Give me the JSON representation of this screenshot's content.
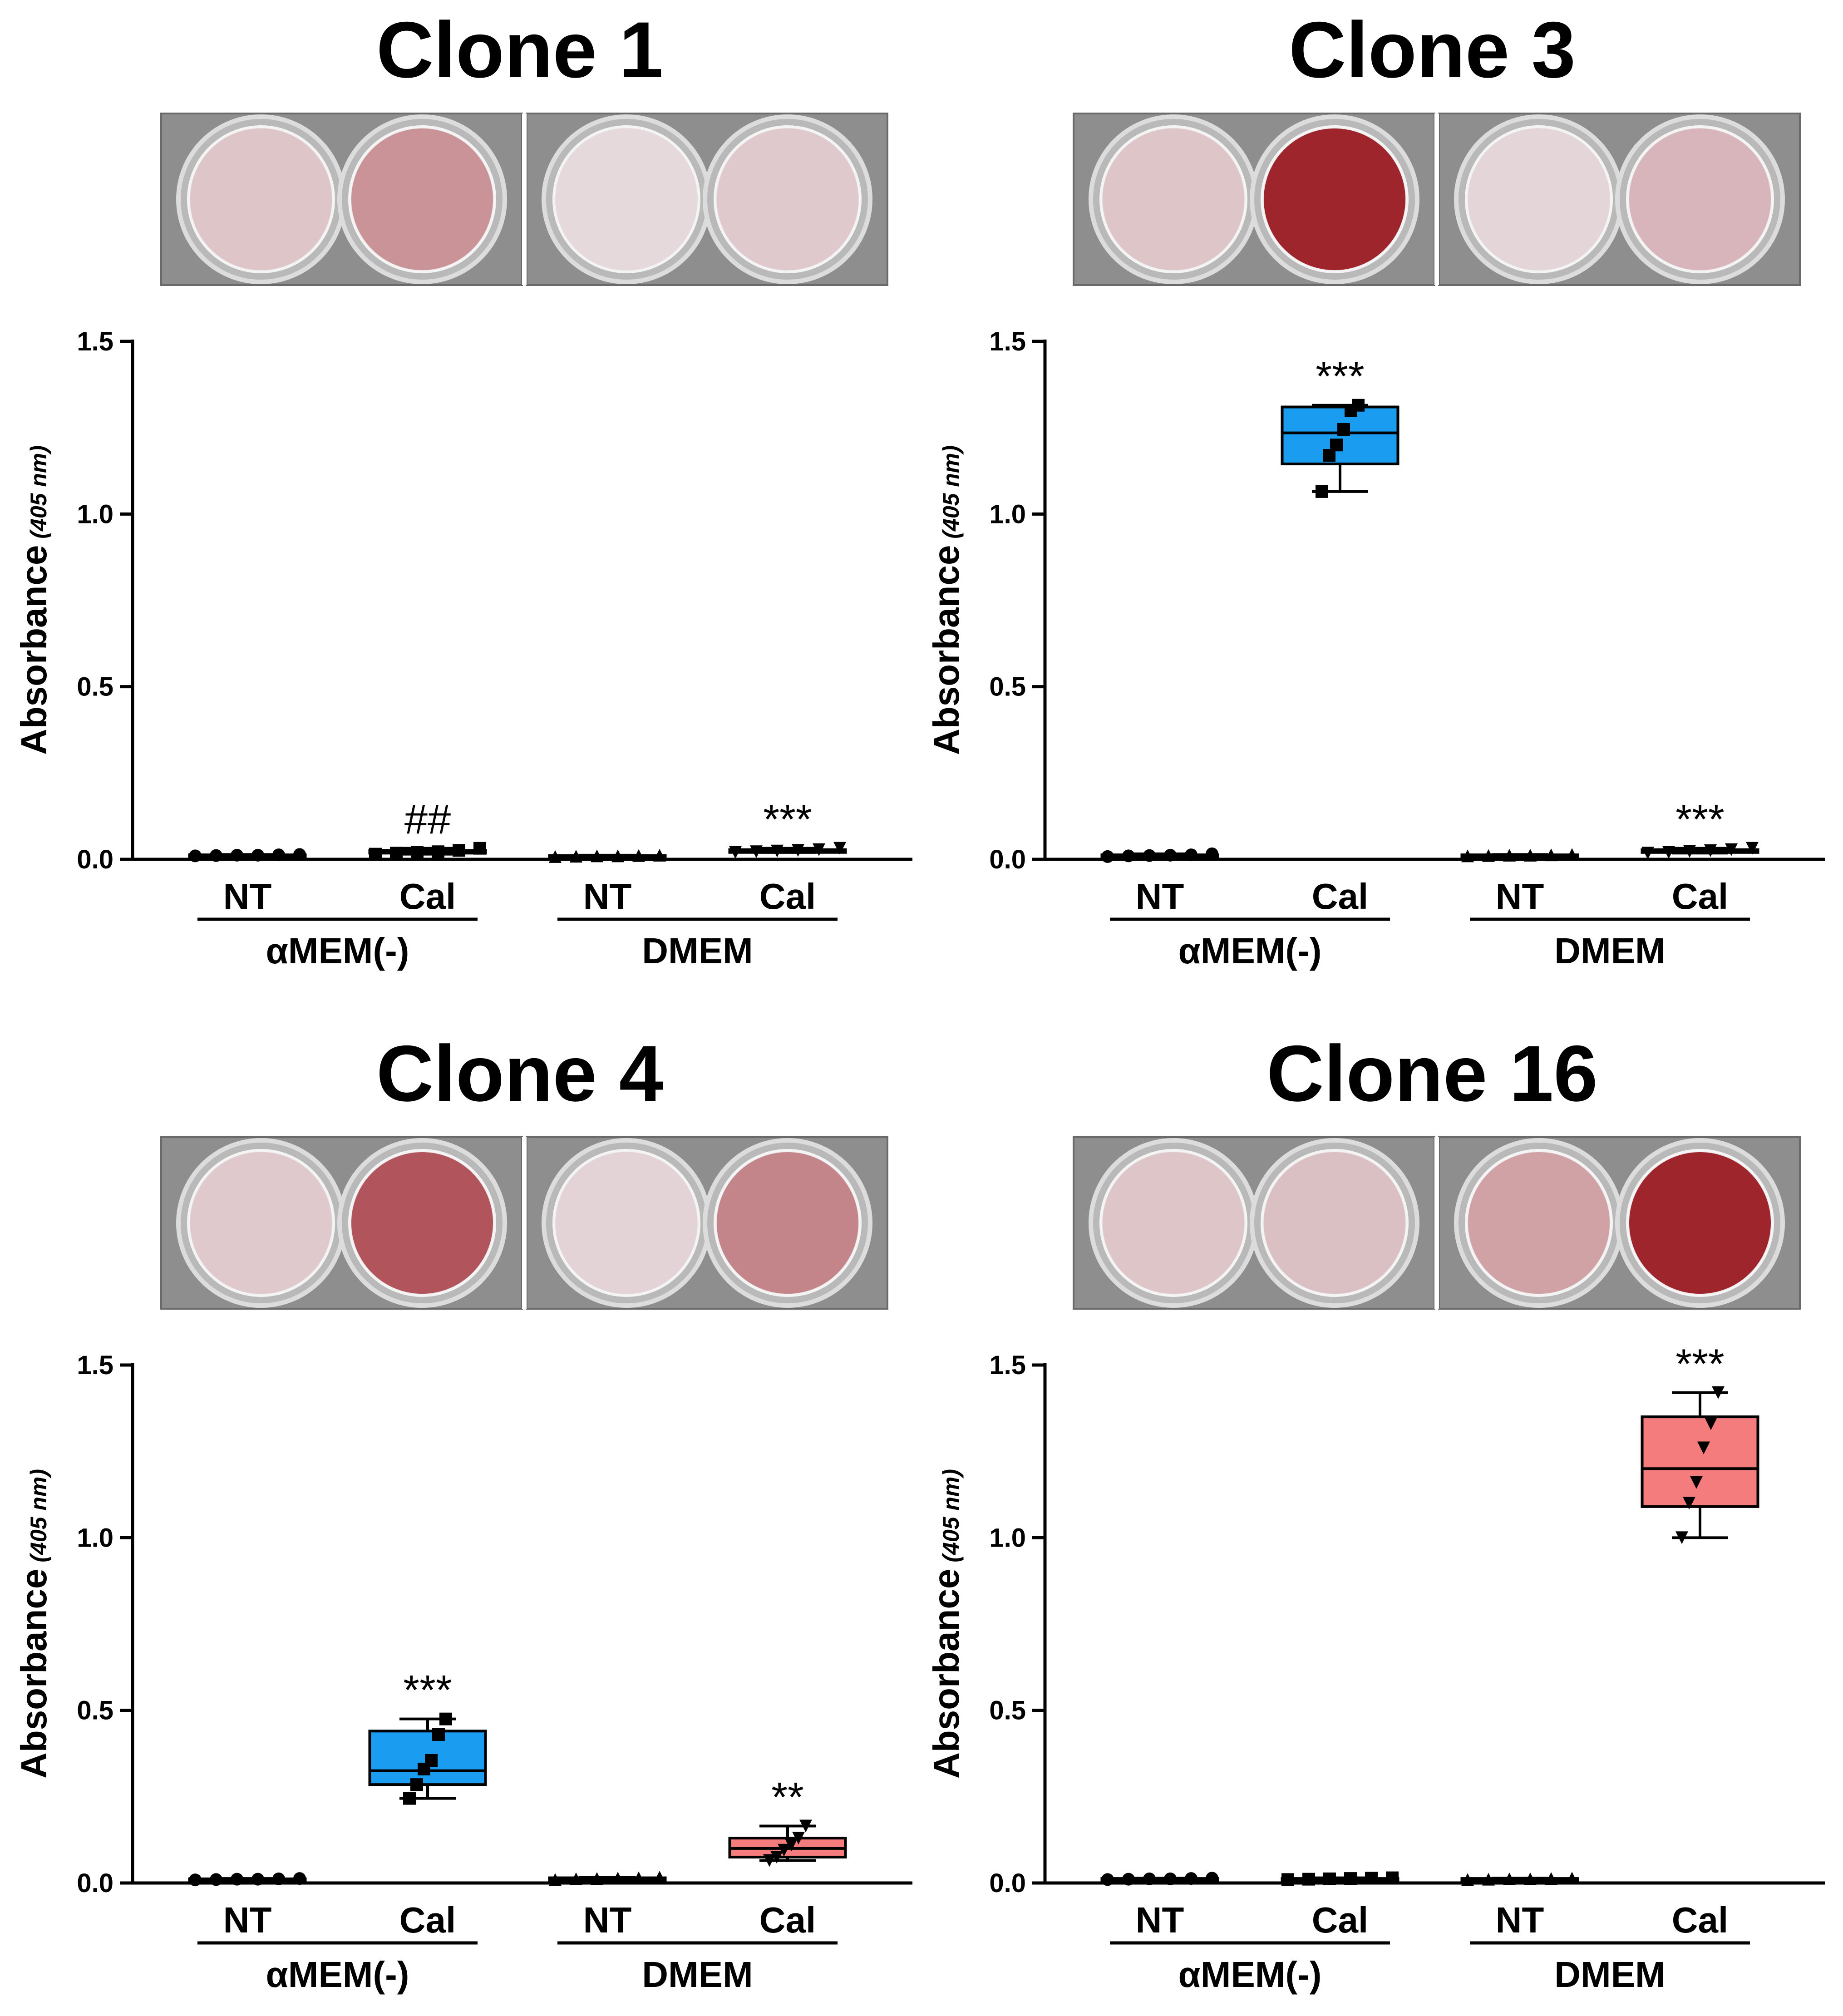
{
  "figure": {
    "y_axis": {
      "ylim": [
        0,
        1.5
      ],
      "ticks": [
        "0.0",
        "0.5",
        "1.0",
        "1.5"
      ],
      "label_main": "Absorbance",
      "label_sub": "(405 nm)"
    },
    "groups": [
      {
        "label": "αMEM(-)",
        "categories": [
          "NT",
          "Cal"
        ]
      },
      {
        "label": "DMEM",
        "categories": [
          "NT",
          "Cal"
        ]
      }
    ],
    "colors": {
      "amem_cal_box": "#1a9cf0",
      "dmem_cal_box": "#f47c7c",
      "stain": "#9a1a22",
      "well_bg": "#e7dde0",
      "plate": "#8e8e8e"
    },
    "marker_shapes": {
      "NT-αMEM(-)": "circle",
      "Cal-αMEM(-)": "square",
      "NT-DMEM": "triangle-up",
      "Cal-DMEM": "triangle-down"
    },
    "well_stain_levels_note_free": true
  },
  "chart_data": [
    {
      "type": "box",
      "title": "Clone 1",
      "ylabel": "Absorbance (405 nm)",
      "ylim": [
        0,
        1.5
      ],
      "categories": [
        "NT",
        "Cal",
        "NT",
        "Cal"
      ],
      "group_labels": [
        "αMEM(-)",
        "αMEM(-)",
        "DMEM",
        "DMEM"
      ],
      "series": [
        {
          "category": "NT",
          "group": "αMEM(-)",
          "min": 0.01,
          "q1": 0.01,
          "median": 0.012,
          "q3": 0.013,
          "max": 0.014,
          "points": [
            0.01,
            0.011,
            0.012,
            0.012,
            0.013,
            0.014
          ],
          "significance": ""
        },
        {
          "category": "Cal",
          "group": "αMEM(-)",
          "min": 0.015,
          "q1": 0.018,
          "median": 0.02,
          "q3": 0.026,
          "max": 0.032,
          "points": [
            0.015,
            0.018,
            0.02,
            0.022,
            0.026,
            0.032
          ],
          "significance": "##"
        },
        {
          "category": "NT",
          "group": "DMEM",
          "min": 0.008,
          "q1": 0.009,
          "median": 0.01,
          "q3": 0.011,
          "max": 0.012,
          "points": [
            0.008,
            0.009,
            0.01,
            0.01,
            0.011,
            0.012
          ],
          "significance": ""
        },
        {
          "category": "Cal",
          "group": "DMEM",
          "min": 0.02,
          "q1": 0.022,
          "median": 0.025,
          "q3": 0.028,
          "max": 0.032,
          "points": [
            0.02,
            0.022,
            0.024,
            0.026,
            0.028,
            0.032
          ],
          "significance": "***"
        }
      ],
      "wells": [
        0.12,
        0.38,
        0.02,
        0.1
      ]
    },
    {
      "type": "box",
      "title": "Clone 3",
      "ylabel": "Absorbance (405 nm)",
      "ylim": [
        0,
        1.5
      ],
      "categories": [
        "NT",
        "Cal",
        "NT",
        "Cal"
      ],
      "group_labels": [
        "αMEM(-)",
        "αMEM(-)",
        "DMEM",
        "DMEM"
      ],
      "series": [
        {
          "category": "NT",
          "group": "αMEM(-)",
          "min": 0.008,
          "q1": 0.01,
          "median": 0.011,
          "q3": 0.013,
          "max": 0.016,
          "points": [
            0.008,
            0.01,
            0.011,
            0.012,
            0.013,
            0.016
          ],
          "significance": ""
        },
        {
          "category": "Cal",
          "group": "αMEM(-)",
          "min": 1.065,
          "q1": 1.145,
          "median": 1.235,
          "q3": 1.31,
          "max": 1.315,
          "points": [
            1.065,
            1.17,
            1.2,
            1.245,
            1.3,
            1.315
          ],
          "significance": "***"
        },
        {
          "category": "NT",
          "group": "DMEM",
          "min": 0.01,
          "q1": 0.011,
          "median": 0.012,
          "q3": 0.013,
          "max": 0.014,
          "points": [
            0.01,
            0.011,
            0.012,
            0.012,
            0.013,
            0.014
          ],
          "significance": ""
        },
        {
          "category": "Cal",
          "group": "DMEM",
          "min": 0.018,
          "q1": 0.02,
          "median": 0.024,
          "q3": 0.028,
          "max": 0.032,
          "points": [
            0.018,
            0.02,
            0.023,
            0.025,
            0.028,
            0.032
          ],
          "significance": "***"
        }
      ],
      "wells": [
        0.12,
        0.95,
        0.04,
        0.2
      ]
    },
    {
      "type": "box",
      "title": "Clone 4",
      "ylabel": "Absorbance (405 nm)",
      "ylim": [
        0,
        1.5
      ],
      "categories": [
        "NT",
        "Cal",
        "NT",
        "Cal"
      ],
      "group_labels": [
        "αMEM(-)",
        "αMEM(-)",
        "DMEM",
        "DMEM"
      ],
      "series": [
        {
          "category": "NT",
          "group": "αMEM(-)",
          "min": 0.009,
          "q1": 0.01,
          "median": 0.011,
          "q3": 0.012,
          "max": 0.013,
          "points": [
            0.009,
            0.01,
            0.011,
            0.011,
            0.012,
            0.013
          ],
          "significance": ""
        },
        {
          "category": "Cal",
          "group": "αMEM(-)",
          "min": 0.245,
          "q1": 0.285,
          "median": 0.325,
          "q3": 0.44,
          "max": 0.475,
          "points": [
            0.245,
            0.285,
            0.33,
            0.355,
            0.43,
            0.475
          ],
          "significance": "***"
        },
        {
          "category": "NT",
          "group": "DMEM",
          "min": 0.01,
          "q1": 0.012,
          "median": 0.013,
          "q3": 0.015,
          "max": 0.017,
          "points": [
            0.01,
            0.012,
            0.013,
            0.014,
            0.015,
            0.017
          ],
          "significance": ""
        },
        {
          "category": "Cal",
          "group": "DMEM",
          "min": 0.065,
          "q1": 0.075,
          "median": 0.1,
          "q3": 0.13,
          "max": 0.165,
          "points": [
            0.065,
            0.075,
            0.095,
            0.11,
            0.13,
            0.165
          ],
          "significance": "**"
        }
      ],
      "wells": [
        0.1,
        0.7,
        0.05,
        0.45
      ]
    },
    {
      "type": "box",
      "title": "Clone 16",
      "ylabel": "Absorbance (405 nm)",
      "ylim": [
        0,
        1.5
      ],
      "categories": [
        "NT",
        "Cal",
        "NT",
        "Cal"
      ],
      "group_labels": [
        "αMEM(-)",
        "αMEM(-)",
        "DMEM",
        "DMEM"
      ],
      "series": [
        {
          "category": "NT",
          "group": "αMEM(-)",
          "min": 0.01,
          "q1": 0.011,
          "median": 0.012,
          "q3": 0.013,
          "max": 0.014,
          "points": [
            0.01,
            0.011,
            0.012,
            0.012,
            0.013,
            0.014
          ],
          "significance": ""
        },
        {
          "category": "Cal",
          "group": "αMEM(-)",
          "min": 0.01,
          "q1": 0.011,
          "median": 0.012,
          "q3": 0.013,
          "max": 0.015,
          "points": [
            0.01,
            0.011,
            0.012,
            0.013,
            0.014,
            0.015
          ],
          "significance": ""
        },
        {
          "category": "NT",
          "group": "DMEM",
          "min": 0.01,
          "q1": 0.011,
          "median": 0.012,
          "q3": 0.013,
          "max": 0.014,
          "points": [
            0.01,
            0.011,
            0.012,
            0.012,
            0.013,
            0.014
          ],
          "significance": ""
        },
        {
          "category": "Cal",
          "group": "DMEM",
          "min": 1.0,
          "q1": 1.09,
          "median": 1.2,
          "q3": 1.35,
          "max": 1.42,
          "points": [
            1.0,
            1.1,
            1.16,
            1.26,
            1.33,
            1.42
          ],
          "significance": "***"
        }
      ],
      "wells": [
        0.12,
        0.15,
        0.3,
        0.95
      ]
    }
  ]
}
